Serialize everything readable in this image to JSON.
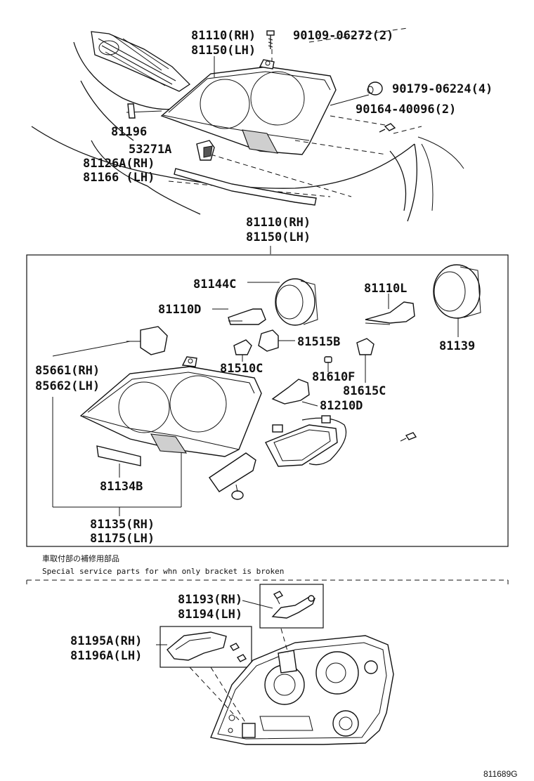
{
  "labels": {
    "top_rh": "81110(RH)",
    "top_lh": "81150(LH)",
    "bolt_top": "90109-06272(2)",
    "nut": "90179-06224(4)",
    "screw": "90164-40096(2)",
    "p81196": "81196",
    "p53271a": "53271A",
    "p81126a": "81126A(RH)",
    "p81166": "81166 (LH)",
    "assy_rh": "81110(RH)",
    "assy_lh": "81150(LH)",
    "p81144c": "81144C",
    "p81110d": "81110D",
    "p81110l": "81110L",
    "p81515b": "81515B",
    "p81139": "81139",
    "p85661": "85661(RH)",
    "p85662": "85662(LH)",
    "p81510c": "81510C",
    "p81610f": "81610F",
    "p81615c": "81615C",
    "p81210d": "81210D",
    "p81134b": "81134B",
    "p81135": "81135(RH)",
    "p81175": "81175(LH)",
    "p81193": "81193(RH)",
    "p81194": "81194(LH)",
    "p81195a": "81195A(RH)",
    "p81196a": "81196A(LH)"
  },
  "note": {
    "japanese": "車取付部の補修用部品",
    "english": "Special service parts for whn only bracket is broken"
  },
  "figure_code": "811689G"
}
